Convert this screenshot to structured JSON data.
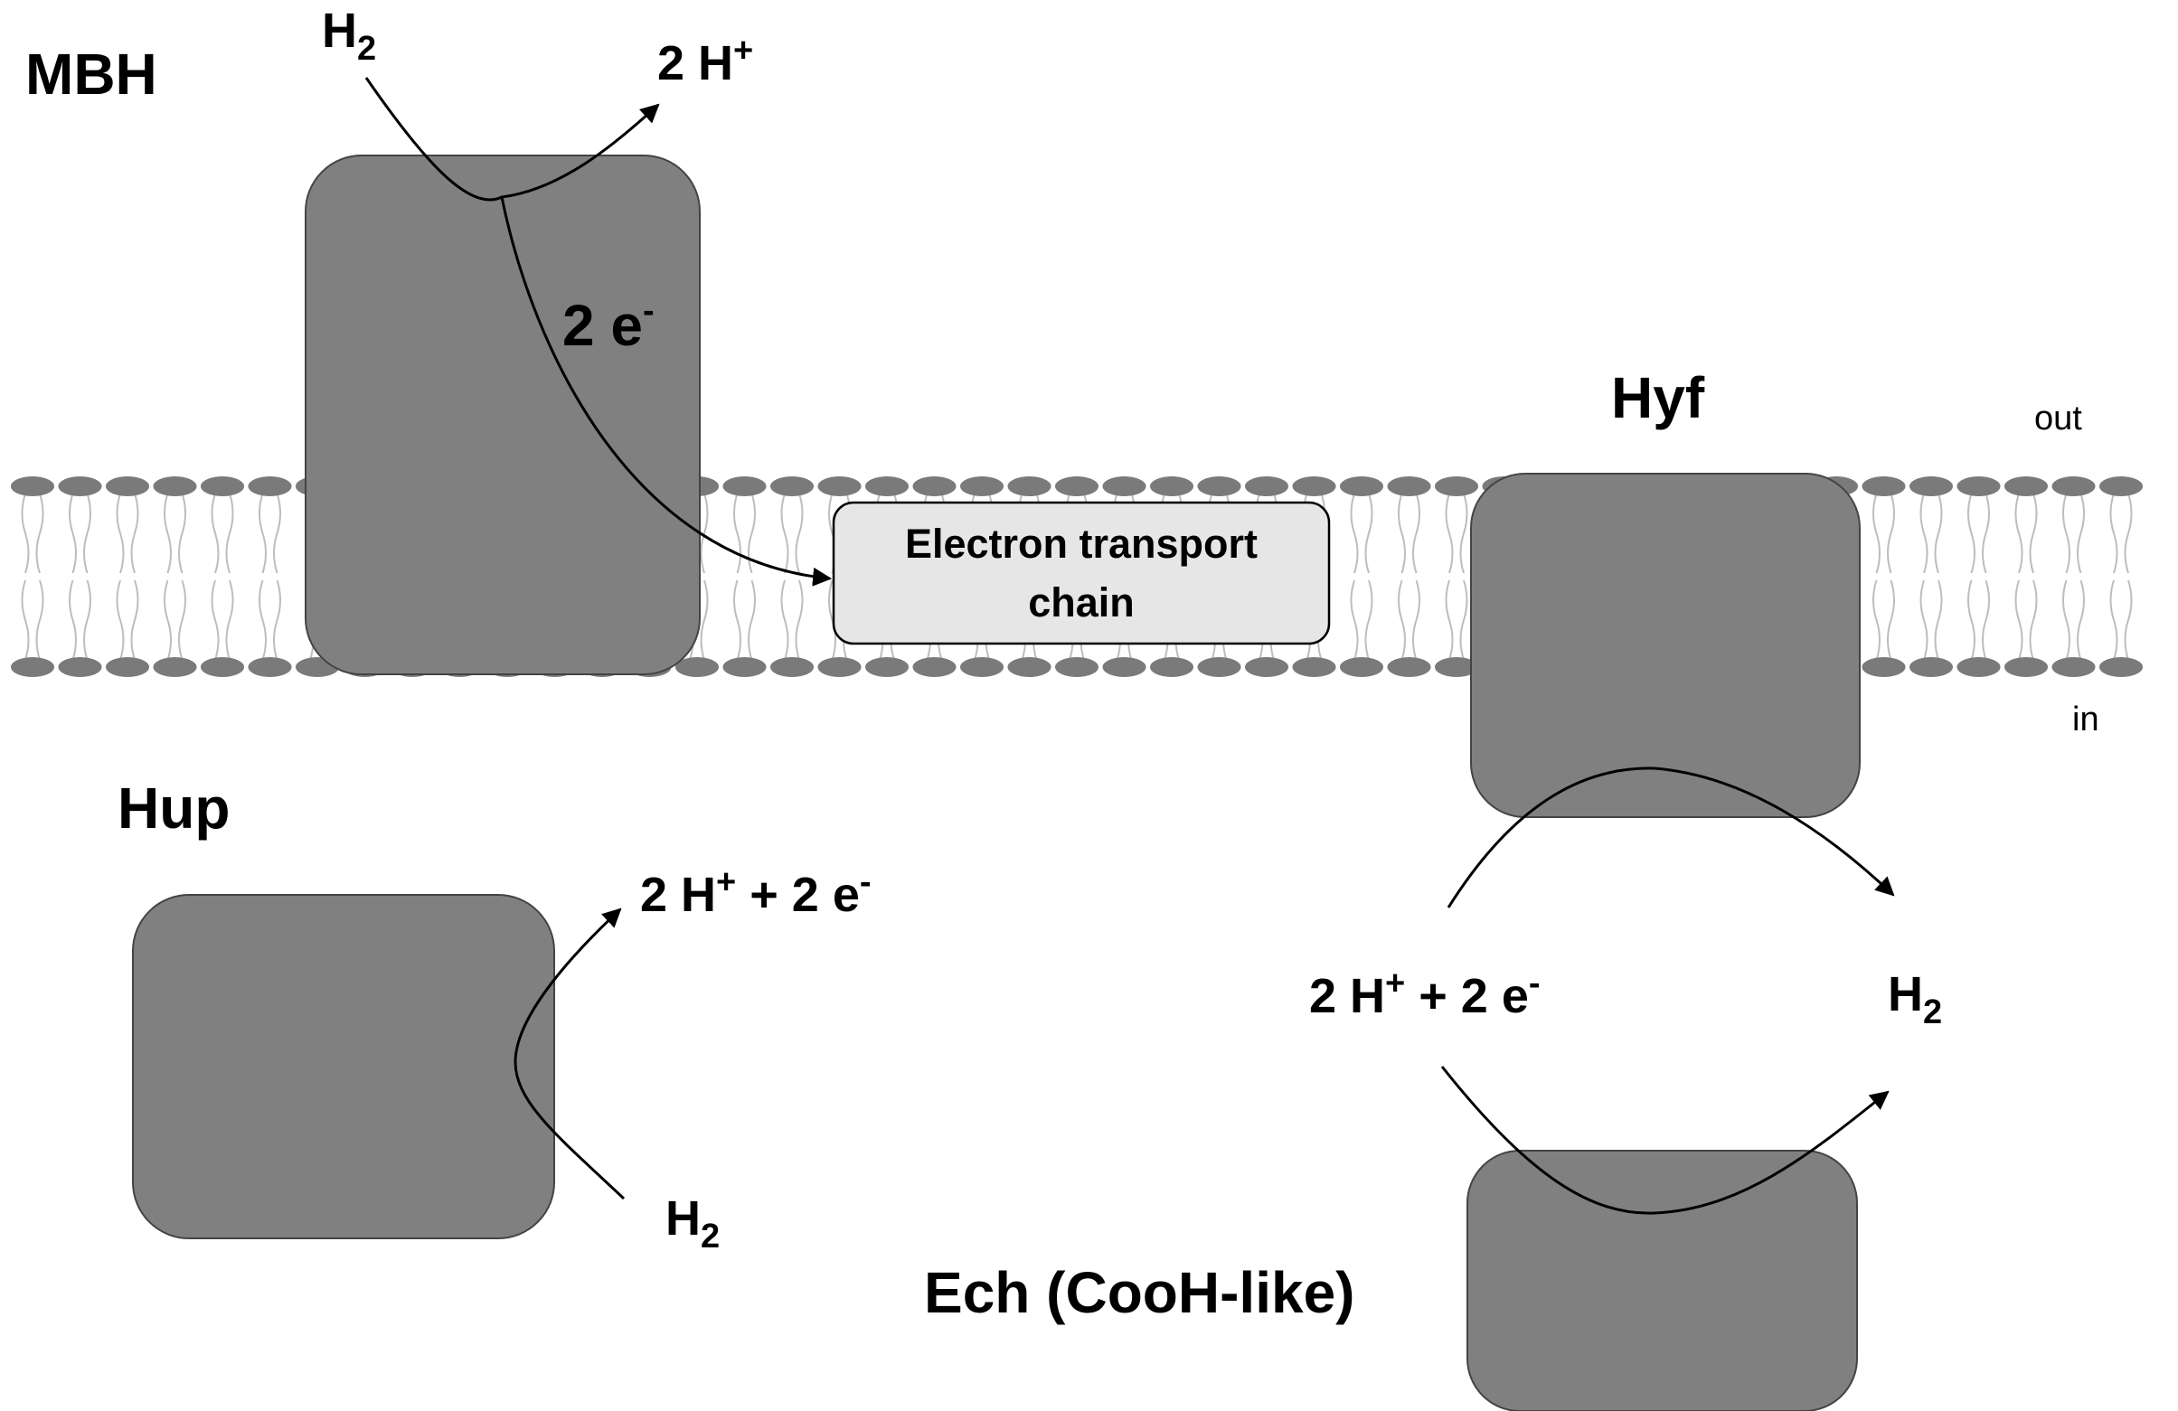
{
  "labels": {
    "mbh_title": "MBH",
    "hup_title": "Hup",
    "hyf_title": "Hyf",
    "ech_title": "Ech (CooH-like)",
    "out": "out",
    "in": "in"
  },
  "mbh": {
    "h2": "H",
    "h2_sub": "2",
    "protons": "2 H",
    "protons_sup": "+",
    "electrons": "2 e",
    "electrons_sup": "-"
  },
  "etc": {
    "line1": "Electron transport",
    "line2": "chain"
  },
  "hup": {
    "products": "2 H",
    "products_sup": "+",
    "products_rest": " + 2 e",
    "products_rest_sup": "-",
    "h2": "H",
    "h2_sub": "2"
  },
  "hyf_ech": {
    "reactants": "2 H",
    "reactants_sup": "+",
    "reactants_rest": " + 2 e",
    "reactants_rest_sup": "-",
    "h2": "H",
    "h2_sub": "2"
  },
  "colors": {
    "protein": "#808080",
    "lipid_head": "#7a7a7a",
    "etc_box": "#e6e6e6"
  }
}
